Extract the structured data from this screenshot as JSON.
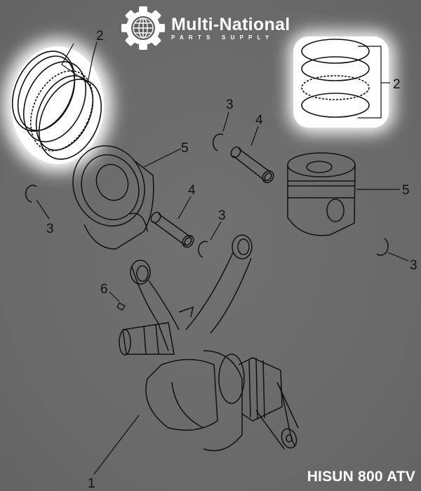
{
  "logo": {
    "icon": "gear-globe-icon",
    "title": "Multi-National",
    "subtitle": "PARTS SUPPLY"
  },
  "caption": "HISUN 800 ATV",
  "colors": {
    "background": "#6b6b6b",
    "line": "#111111",
    "highlight": "#ffffff",
    "text": "#ffffff"
  },
  "callouts": [
    {
      "id": "c1",
      "label": "1",
      "part": "crankshaft"
    },
    {
      "id": "c2a",
      "label": "2",
      "part": "piston-ring-set-left"
    },
    {
      "id": "c2b",
      "label": "2",
      "part": "piston-ring-set-right"
    },
    {
      "id": "c3a",
      "label": "3",
      "part": "circlip-top-center"
    },
    {
      "id": "c3b",
      "label": "3",
      "part": "circlip-left"
    },
    {
      "id": "c3c",
      "label": "3",
      "part": "circlip-center"
    },
    {
      "id": "c3d",
      "label": "3",
      "part": "circlip-right"
    },
    {
      "id": "c4a",
      "label": "4",
      "part": "piston-pin-upper"
    },
    {
      "id": "c4b",
      "label": "4",
      "part": "piston-pin-lower"
    },
    {
      "id": "c5a",
      "label": "5",
      "part": "piston-left"
    },
    {
      "id": "c5b",
      "label": "5",
      "part": "piston-right"
    },
    {
      "id": "c6",
      "label": "6",
      "part": "woodruff-key"
    }
  ]
}
